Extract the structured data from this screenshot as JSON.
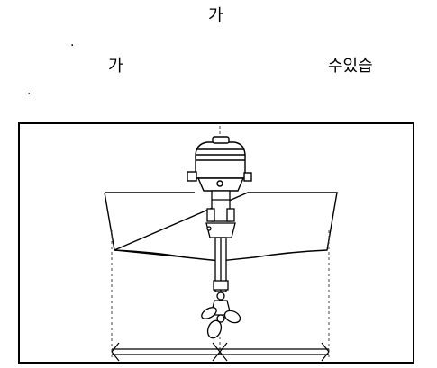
{
  "text": {
    "line1_fragment": "가",
    "line2_fragment": ".",
    "line3_left": "가",
    "line3_right": "수있습",
    "line4_fragment": "."
  },
  "figure": {
    "subject": "outboard-motor-rear-view",
    "colors": {
      "stroke": "#000000",
      "background": "#ffffff",
      "centerline": "#444444"
    }
  }
}
